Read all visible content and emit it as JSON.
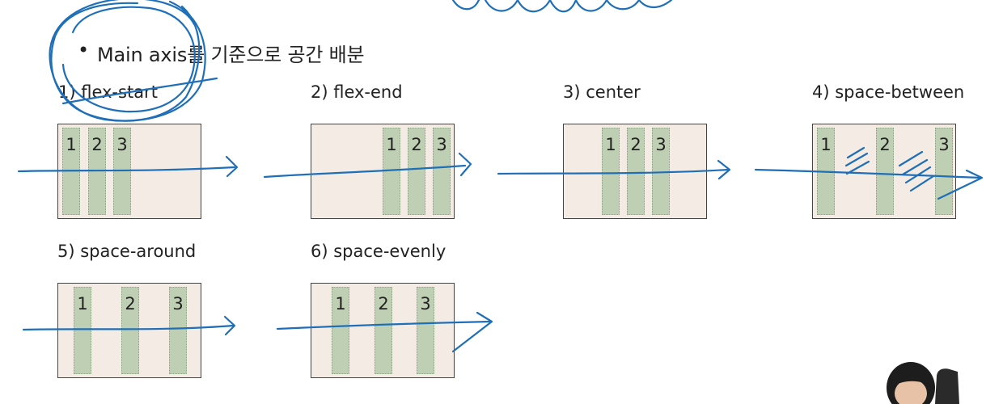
{
  "bullet": {
    "dot": "•",
    "text": "Main axis를 기준으로 공간 배분"
  },
  "examples": [
    {
      "label": "1) flex-start",
      "items": [
        "1",
        "2",
        "3"
      ]
    },
    {
      "label": "2) flex-end",
      "items": [
        "1",
        "2",
        "3"
      ]
    },
    {
      "label": "3) center",
      "items": [
        "1",
        "2",
        "3"
      ]
    },
    {
      "label": "4) space-between",
      "items": [
        "1",
        "2",
        "3"
      ]
    },
    {
      "label": "5) space-around",
      "items": [
        "1",
        "2",
        "3"
      ]
    },
    {
      "label": "6) space-evenly",
      "items": [
        "1",
        "2",
        "3"
      ]
    }
  ],
  "colors": {
    "container_bg": "#f4ebe4",
    "item_bg": "#bfcfb3",
    "ink": "#1f6fb8"
  }
}
